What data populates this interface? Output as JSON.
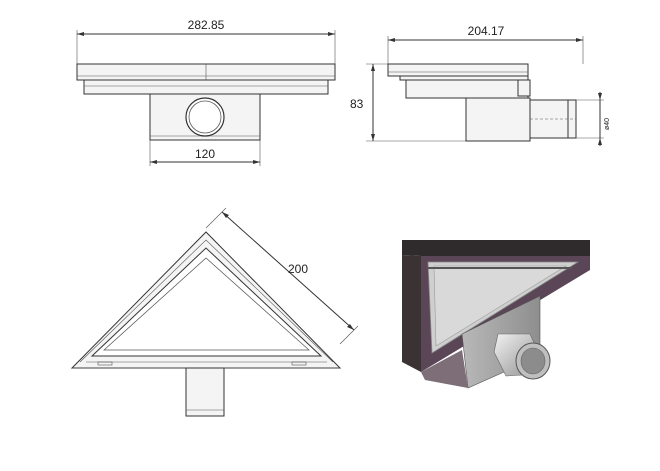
{
  "front_view": {
    "width_label": "282.85",
    "outlet_width_label": "120"
  },
  "side_view": {
    "width_label": "204.17",
    "height_label": "83",
    "outlet_diameter_label": "ø40"
  },
  "top_view": {
    "side_label": "200"
  },
  "colors": {
    "line": "#333333",
    "frame_dark": "#3a3435",
    "frame_purple": "#5a4656",
    "metal_light": "#cfcfcf",
    "metal_mid": "#a9a9a9"
  }
}
